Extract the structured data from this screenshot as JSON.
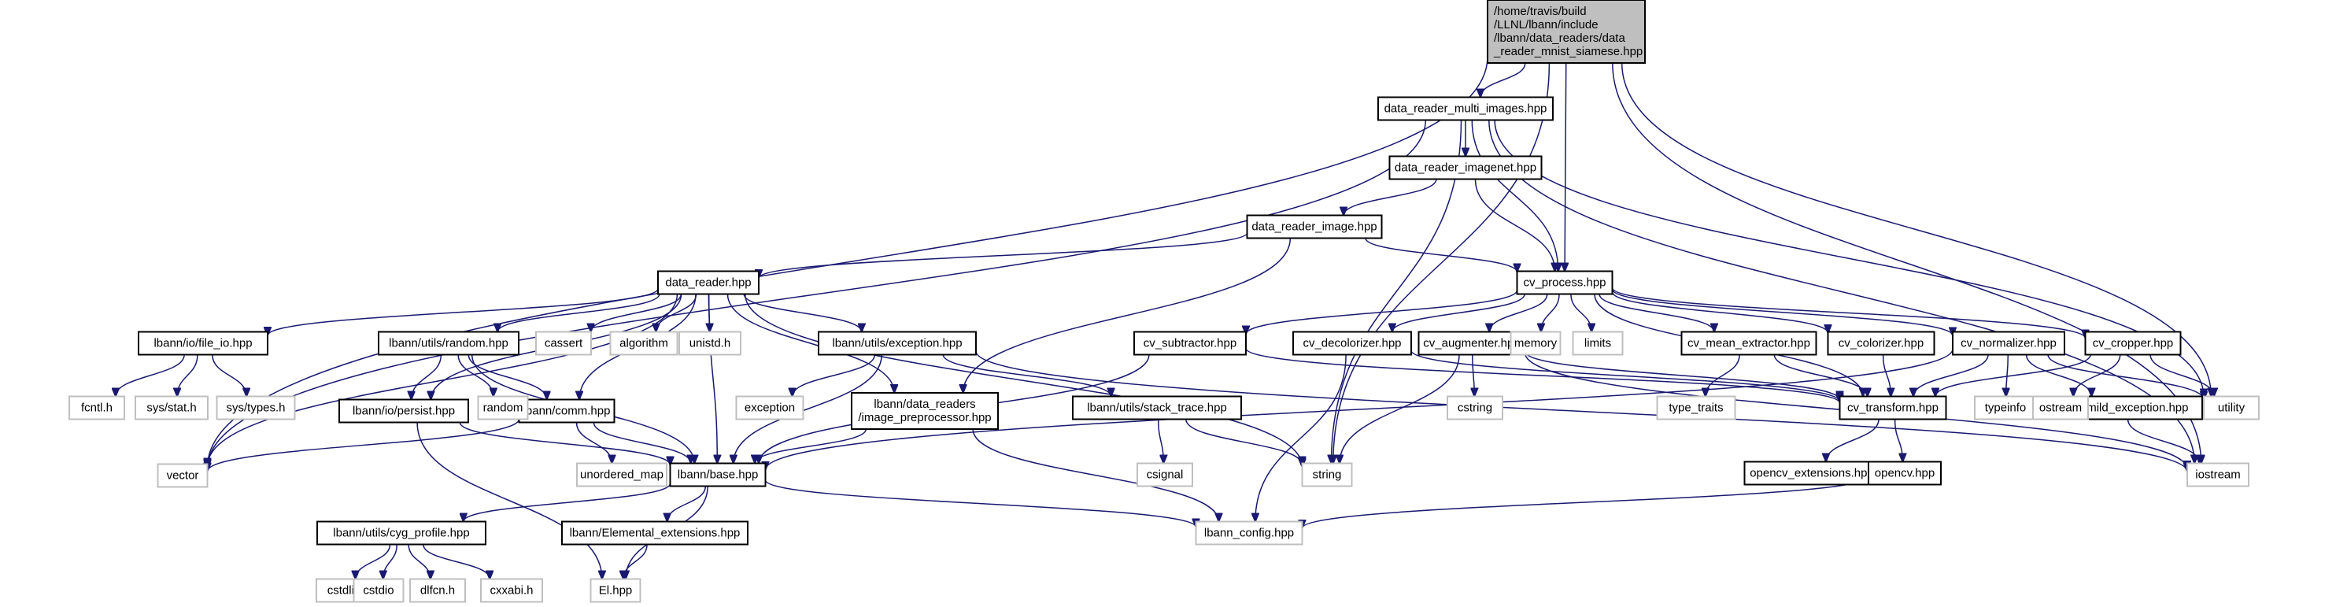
{
  "graph": {
    "nodes": [
      {
        "id": "root",
        "lines": [
          "/home/travis/build",
          "/LLNL/lbann/include",
          "/lbann/data_readers/data",
          "_reader_mnist_siamese.hpp"
        ],
        "kind": "root",
        "icon": "file-icon"
      },
      {
        "id": "dr_multi",
        "lines": [
          "data_reader_multi_images.hpp"
        ],
        "kind": "local"
      },
      {
        "id": "dr_imagenet",
        "lines": [
          "data_reader_imagenet.hpp"
        ],
        "kind": "local"
      },
      {
        "id": "dr_image",
        "lines": [
          "data_reader_image.hpp"
        ],
        "kind": "local"
      },
      {
        "id": "cv_process",
        "lines": [
          "cv_process.hpp"
        ],
        "kind": "local"
      },
      {
        "id": "data_reader",
        "lines": [
          "data_reader.hpp"
        ],
        "kind": "local"
      },
      {
        "id": "file_io",
        "lines": [
          "lbann/io/file_io.hpp"
        ],
        "kind": "local"
      },
      {
        "id": "random",
        "lines": [
          "lbann/utils/random.hpp"
        ],
        "kind": "local"
      },
      {
        "id": "exception",
        "lines": [
          "lbann/utils/exception.hpp"
        ],
        "kind": "local"
      },
      {
        "id": "preproc",
        "lines": [
          "lbann/data_readers",
          "/image_preprocessor.hpp"
        ],
        "kind": "local"
      },
      {
        "id": "persist",
        "lines": [
          "lbann/io/persist.hpp"
        ],
        "kind": "local"
      },
      {
        "id": "comm",
        "lines": [
          "lbann/comm.hpp"
        ],
        "kind": "local"
      },
      {
        "id": "stack_trace",
        "lines": [
          "lbann/utils/stack_trace.hpp"
        ],
        "kind": "local"
      },
      {
        "id": "base",
        "lines": [
          "lbann/base.hpp"
        ],
        "kind": "local"
      },
      {
        "id": "cyg",
        "lines": [
          "lbann/utils/cyg_profile.hpp"
        ],
        "kind": "local"
      },
      {
        "id": "elem_ext",
        "lines": [
          "lbann/Elemental_extensions.hpp"
        ],
        "kind": "local"
      },
      {
        "id": "subtractor",
        "lines": [
          "cv_subtractor.hpp"
        ],
        "kind": "local"
      },
      {
        "id": "decolorizer",
        "lines": [
          "cv_decolorizer.hpp"
        ],
        "kind": "local"
      },
      {
        "id": "augmenter",
        "lines": [
          "cv_augmenter.hpp"
        ],
        "kind": "local"
      },
      {
        "id": "mean_ext",
        "lines": [
          "cv_mean_extractor.hpp"
        ],
        "kind": "local"
      },
      {
        "id": "colorizer",
        "lines": [
          "cv_colorizer.hpp"
        ],
        "kind": "local"
      },
      {
        "id": "normalizer",
        "lines": [
          "cv_normalizer.hpp"
        ],
        "kind": "local"
      },
      {
        "id": "cropper",
        "lines": [
          "cv_cropper.hpp"
        ],
        "kind": "local"
      },
      {
        "id": "transform",
        "lines": [
          "cv_transform.hpp"
        ],
        "kind": "local"
      },
      {
        "id": "mild_exc",
        "lines": [
          "lbann/utils/mild_exception.hpp"
        ],
        "kind": "local"
      },
      {
        "id": "opencv_ext",
        "lines": [
          "opencv_extensions.hpp"
        ],
        "kind": "local"
      },
      {
        "id": "opencv",
        "lines": [
          "opencv.hpp"
        ],
        "kind": "local"
      },
      {
        "id": "vector",
        "lines": [
          "vector"
        ],
        "kind": "ext"
      },
      {
        "id": "string",
        "lines": [
          "string"
        ],
        "kind": "ext"
      },
      {
        "id": "utility",
        "lines": [
          "utility"
        ],
        "kind": "ext"
      },
      {
        "id": "iostream",
        "lines": [
          "iostream"
        ],
        "kind": "ext"
      },
      {
        "id": "memory",
        "lines": [
          "memory"
        ],
        "kind": "ext"
      },
      {
        "id": "limits",
        "lines": [
          "limits"
        ],
        "kind": "ext"
      },
      {
        "id": "cassert",
        "lines": [
          "cassert"
        ],
        "kind": "ext"
      },
      {
        "id": "algorithm",
        "lines": [
          "algorithm"
        ],
        "kind": "ext"
      },
      {
        "id": "unistd",
        "lines": [
          "unistd.h"
        ],
        "kind": "ext"
      },
      {
        "id": "fcntl",
        "lines": [
          "fcntl.h"
        ],
        "kind": "ext"
      },
      {
        "id": "sysstat",
        "lines": [
          "sys/stat.h"
        ],
        "kind": "ext"
      },
      {
        "id": "systypes",
        "lines": [
          "sys/types.h"
        ],
        "kind": "ext"
      },
      {
        "id": "random_std",
        "lines": [
          "random"
        ],
        "kind": "ext"
      },
      {
        "id": "unordered_map",
        "lines": [
          "unordered_map"
        ],
        "kind": "ext"
      },
      {
        "id": "exception_std",
        "lines": [
          "exception"
        ],
        "kind": "ext"
      },
      {
        "id": "csignal",
        "lines": [
          "csignal"
        ],
        "kind": "ext"
      },
      {
        "id": "cstring",
        "lines": [
          "cstring"
        ],
        "kind": "ext"
      },
      {
        "id": "type_traits",
        "lines": [
          "type_traits"
        ],
        "kind": "ext"
      },
      {
        "id": "typeinfo",
        "lines": [
          "typeinfo"
        ],
        "kind": "ext"
      },
      {
        "id": "ostream",
        "lines": [
          "ostream"
        ],
        "kind": "ext"
      },
      {
        "id": "lbann_config",
        "lines": [
          "lbann_config.hpp"
        ],
        "kind": "ext"
      },
      {
        "id": "cstdlib",
        "lines": [
          "cstdlib"
        ],
        "kind": "ext"
      },
      {
        "id": "cstdio",
        "lines": [
          "cstdio"
        ],
        "kind": "ext"
      },
      {
        "id": "dlfcn",
        "lines": [
          "dlfcn.h"
        ],
        "kind": "ext"
      },
      {
        "id": "cxxabi",
        "lines": [
          "cxxabi.h"
        ],
        "kind": "ext"
      },
      {
        "id": "elhpp",
        "lines": [
          "El.hpp"
        ],
        "kind": "ext"
      }
    ],
    "edges": [
      [
        "root",
        "dr_multi"
      ],
      [
        "root",
        "cv_process"
      ],
      [
        "root",
        "vector"
      ],
      [
        "root",
        "string"
      ],
      [
        "root",
        "utility"
      ],
      [
        "root",
        "iostream"
      ],
      [
        "dr_multi",
        "dr_imagenet"
      ],
      [
        "dr_multi",
        "cv_process"
      ],
      [
        "dr_multi",
        "vector"
      ],
      [
        "dr_multi",
        "string"
      ],
      [
        "dr_multi",
        "utility"
      ],
      [
        "dr_multi",
        "iostream"
      ],
      [
        "dr_imagenet",
        "dr_image"
      ],
      [
        "dr_imagenet",
        "cv_process"
      ],
      [
        "dr_image",
        "data_reader"
      ],
      [
        "dr_image",
        "cv_process"
      ],
      [
        "dr_image",
        "preproc"
      ],
      [
        "data_reader",
        "file_io"
      ],
      [
        "data_reader",
        "random"
      ],
      [
        "data_reader",
        "exception"
      ],
      [
        "data_reader",
        "preproc"
      ],
      [
        "data_reader",
        "persist"
      ],
      [
        "data_reader",
        "comm"
      ],
      [
        "data_reader",
        "base"
      ],
      [
        "data_reader",
        "vector"
      ],
      [
        "data_reader",
        "string"
      ],
      [
        "data_reader",
        "cassert"
      ],
      [
        "data_reader",
        "algorithm"
      ],
      [
        "data_reader",
        "unistd"
      ],
      [
        "file_io",
        "fcntl"
      ],
      [
        "file_io",
        "sysstat"
      ],
      [
        "file_io",
        "systypes"
      ],
      [
        "random",
        "persist"
      ],
      [
        "random",
        "comm"
      ],
      [
        "random",
        "base"
      ],
      [
        "random",
        "random_std"
      ],
      [
        "exception",
        "base"
      ],
      [
        "exception",
        "stack_trace"
      ],
      [
        "exception",
        "exception_std"
      ],
      [
        "exception",
        "iostream"
      ],
      [
        "preproc",
        "base"
      ],
      [
        "preproc",
        "lbann_config"
      ],
      [
        "persist",
        "base"
      ],
      [
        "persist",
        "elhpp"
      ],
      [
        "comm",
        "base"
      ],
      [
        "comm",
        "vector"
      ],
      [
        "comm",
        "unordered_map"
      ],
      [
        "stack_trace",
        "string"
      ],
      [
        "stack_trace",
        "csignal"
      ],
      [
        "base",
        "cyg"
      ],
      [
        "base",
        "elem_ext"
      ],
      [
        "base",
        "lbann_config"
      ],
      [
        "base",
        "elhpp"
      ],
      [
        "cyg",
        "cstdlib"
      ],
      [
        "cyg",
        "cstdio"
      ],
      [
        "cyg",
        "dlfcn"
      ],
      [
        "cyg",
        "cxxabi"
      ],
      [
        "elem_ext",
        "elhpp"
      ],
      [
        "cv_process",
        "subtractor"
      ],
      [
        "cv_process",
        "decolorizer"
      ],
      [
        "cv_process",
        "augmenter"
      ],
      [
        "cv_process",
        "mean_ext"
      ],
      [
        "cv_process",
        "colorizer"
      ],
      [
        "cv_process",
        "normalizer"
      ],
      [
        "cv_process",
        "cropper"
      ],
      [
        "cv_process",
        "transform"
      ],
      [
        "cv_process",
        "memory"
      ],
      [
        "cv_process",
        "limits"
      ],
      [
        "subtractor",
        "transform"
      ],
      [
        "subtractor",
        "base"
      ],
      [
        "decolorizer",
        "transform"
      ],
      [
        "decolorizer",
        "lbann_config"
      ],
      [
        "augmenter",
        "transform"
      ],
      [
        "augmenter",
        "cstring"
      ],
      [
        "augmenter",
        "string"
      ],
      [
        "augmenter",
        "iostream"
      ],
      [
        "mean_ext",
        "transform"
      ],
      [
        "mean_ext",
        "type_traits"
      ],
      [
        "colorizer",
        "transform"
      ],
      [
        "normalizer",
        "transform"
      ],
      [
        "normalizer",
        "mild_exc"
      ],
      [
        "normalizer",
        "typeinfo"
      ],
      [
        "normalizer",
        "utility"
      ],
      [
        "normalizer",
        "base"
      ],
      [
        "cropper",
        "transform"
      ],
      [
        "cropper",
        "utility"
      ],
      [
        "cropper",
        "ostream"
      ],
      [
        "transform",
        "opencv_ext"
      ],
      [
        "transform",
        "opencv"
      ],
      [
        "mild_exc",
        "iostream"
      ],
      [
        "opencv",
        "lbann_config"
      ]
    ]
  }
}
